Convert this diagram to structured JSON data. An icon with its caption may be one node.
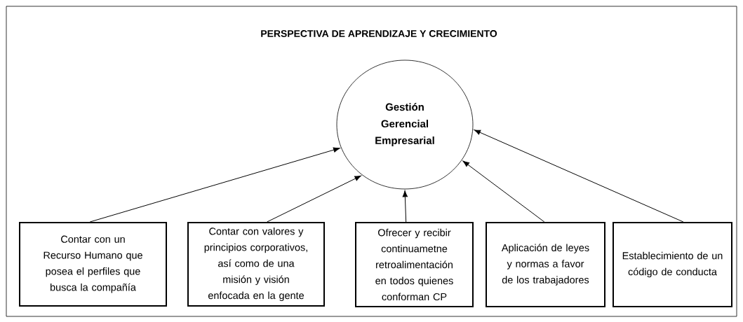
{
  "diagram": {
    "title": "PERSPECTIVA DE APRENDIZAJE Y CRECIMIENTO",
    "nodes": [
      {
        "text": [
          "Gestión Gerencial Empresarial"
        ]
      },
      {
        "text": [
          "Contar con un Recurso Humano que posea el perfiles que busca la compañía"
        ]
      },
      {
        "text": [
          "Contar con valores y principios corporativos, así como de una misión y visión enfocada en la gente"
        ]
      },
      {
        "text": [
          "Ofrecer y recibir continuametne retroalimentación en todos quienes conforman CP"
        ]
      },
      {
        "text": [
          "Aplicación de leyes y normas a favor de los trabajadores"
        ]
      },
      {
        "text": [
          "Establecimiento de un código de conducta"
        ]
      }
    ],
    "edges": [
      {
        "from": 1,
        "to": 0,
        "arrow": "to"
      },
      {
        "from": 2,
        "to": 0,
        "arrow": "to"
      },
      {
        "from": 3,
        "to": 0,
        "arrow": "to"
      },
      {
        "from": 4,
        "to": 0,
        "arrow": "to"
      },
      {
        "from": 5,
        "to": 0,
        "arrow": "to"
      }
    ]
  }
}
